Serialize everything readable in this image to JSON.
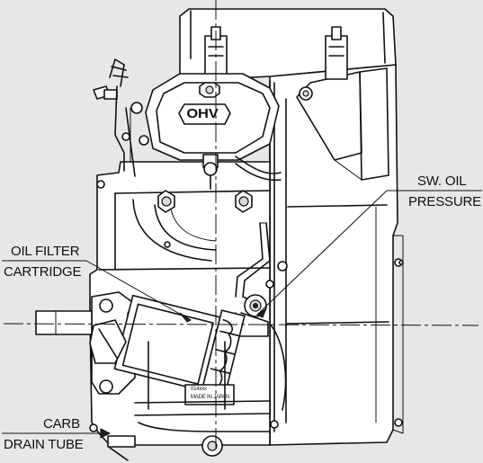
{
  "diagram": {
    "labels": {
      "ohv": "OHV",
      "sw_oil_pressure_line1": "SW. OIL",
      "sw_oil_pressure_line2": "PRESSURE",
      "oil_filter_line1": "OIL FILTER",
      "oil_filter_line2": "CARTRIDGE",
      "carb_line1": "CARB",
      "carb_line2": "DRAIN TUBE",
      "plate_line1": "014xxx",
      "plate_line2": "MADE IN JAPAN"
    },
    "colors": {
      "background": "#e6e7e8",
      "line": "#111111",
      "body_fill": "#ffffff"
    }
  }
}
